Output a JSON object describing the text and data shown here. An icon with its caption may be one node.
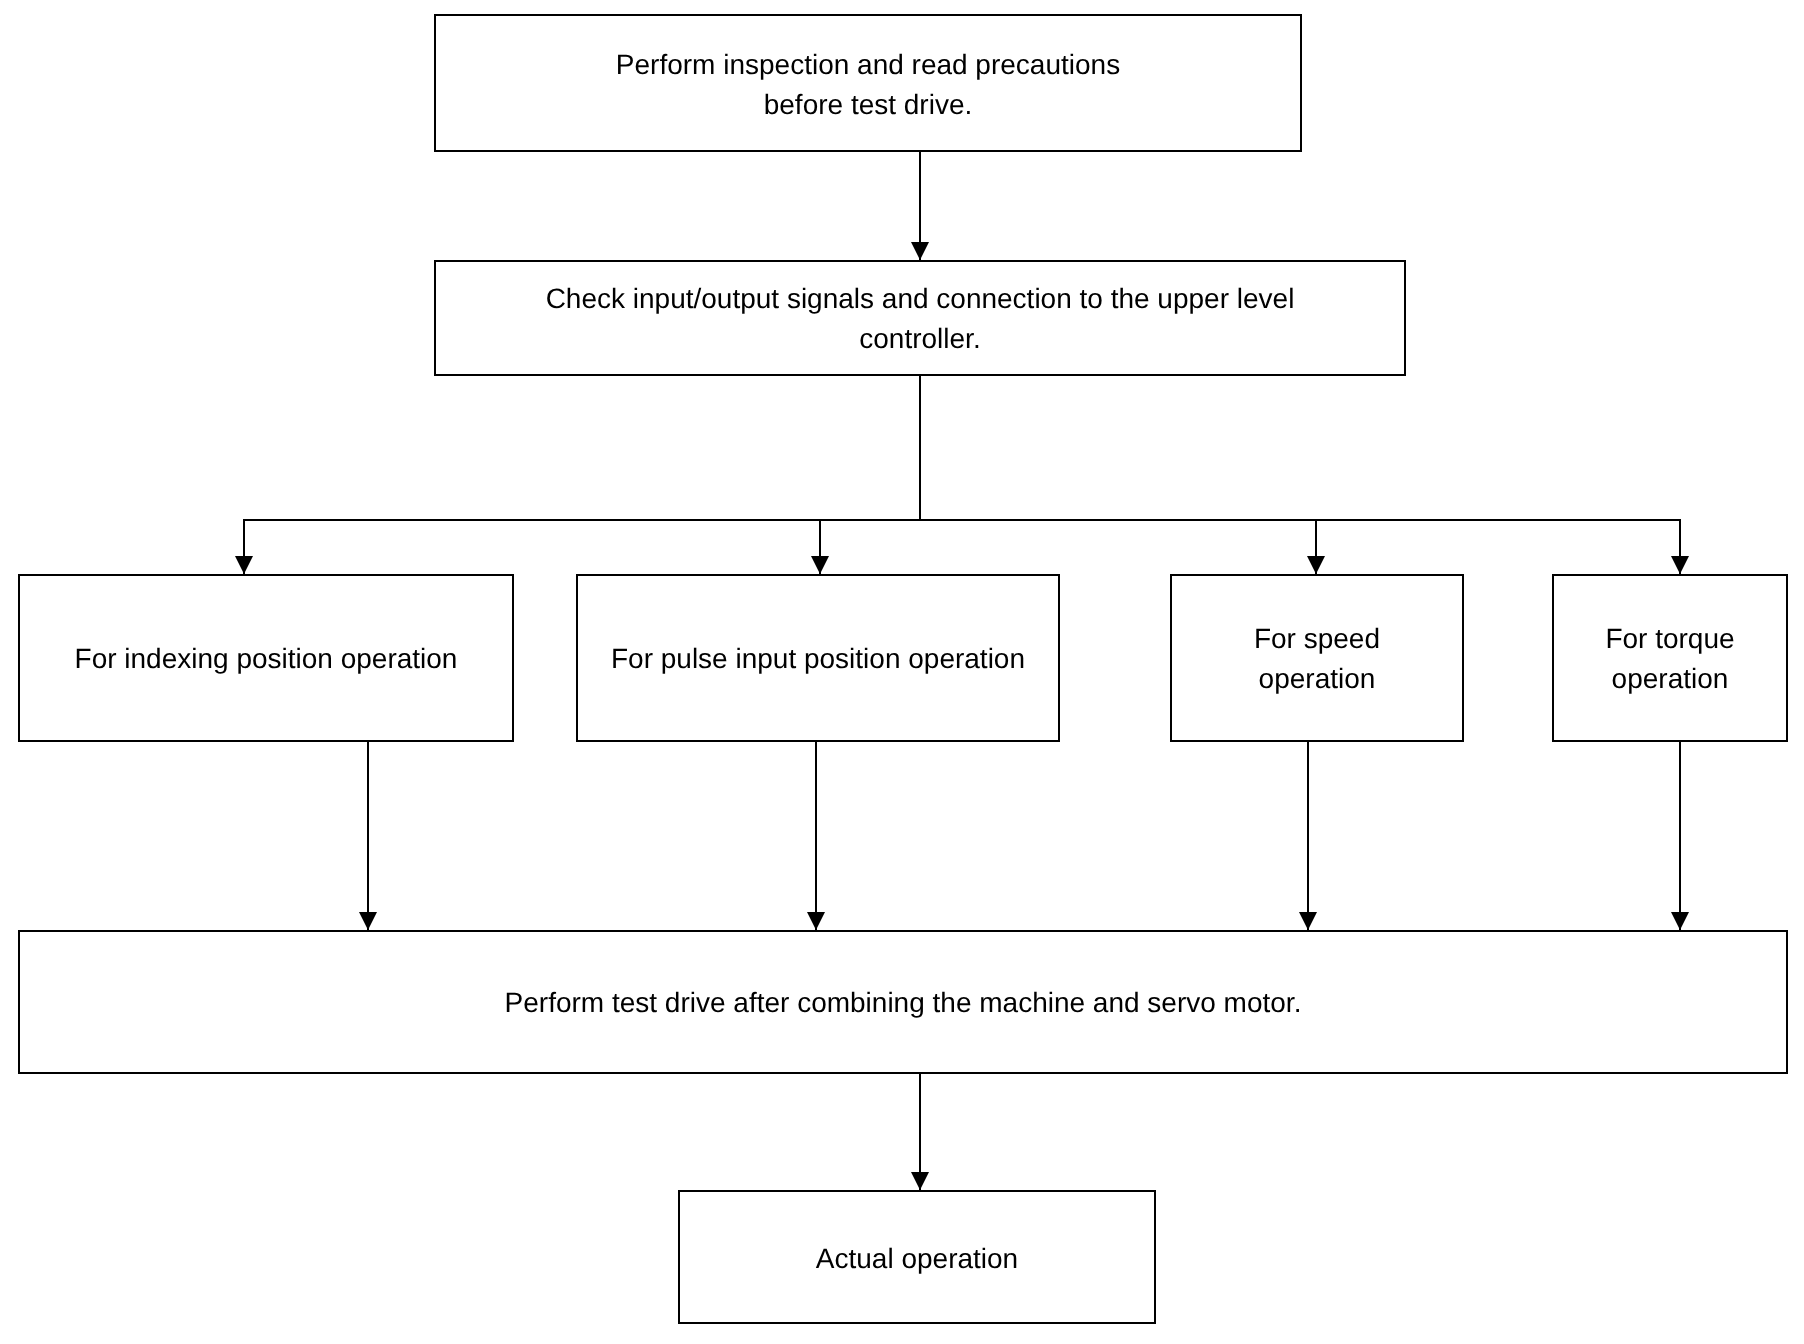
{
  "diagram": {
    "nodes": [
      {
        "text": [
          "Perform inspection and read precautions before test drive."
        ]
      },
      {
        "text": [
          "Check input/output signals and connection to the upper level controller."
        ]
      },
      {
        "text": [
          "For indexing position operation"
        ]
      },
      {
        "text": [
          "For pulse input position operation"
        ]
      },
      {
        "text": [
          "For speed operation"
        ]
      },
      {
        "text": [
          "For torque operation"
        ]
      },
      {
        "text": [
          "Perform test drive after combining the machine and servo motor."
        ]
      },
      {
        "text": [
          "Actual operation"
        ]
      }
    ],
    "edges": [
      {
        "from": 0,
        "to": 1,
        "arrow": "to"
      },
      {
        "from": 1,
        "to": 2,
        "arrow": "to"
      },
      {
        "from": 1,
        "to": 3,
        "arrow": "to"
      },
      {
        "from": 1,
        "to": 4,
        "arrow": "to"
      },
      {
        "from": 1,
        "to": 5,
        "arrow": "to"
      },
      {
        "from": 2,
        "to": 6,
        "arrow": "to"
      },
      {
        "from": 3,
        "to": 6,
        "arrow": "to"
      },
      {
        "from": 4,
        "to": 6,
        "arrow": "to"
      },
      {
        "from": 5,
        "to": 6,
        "arrow": "to"
      },
      {
        "from": 6,
        "to": 7,
        "arrow": "to"
      }
    ]
  }
}
